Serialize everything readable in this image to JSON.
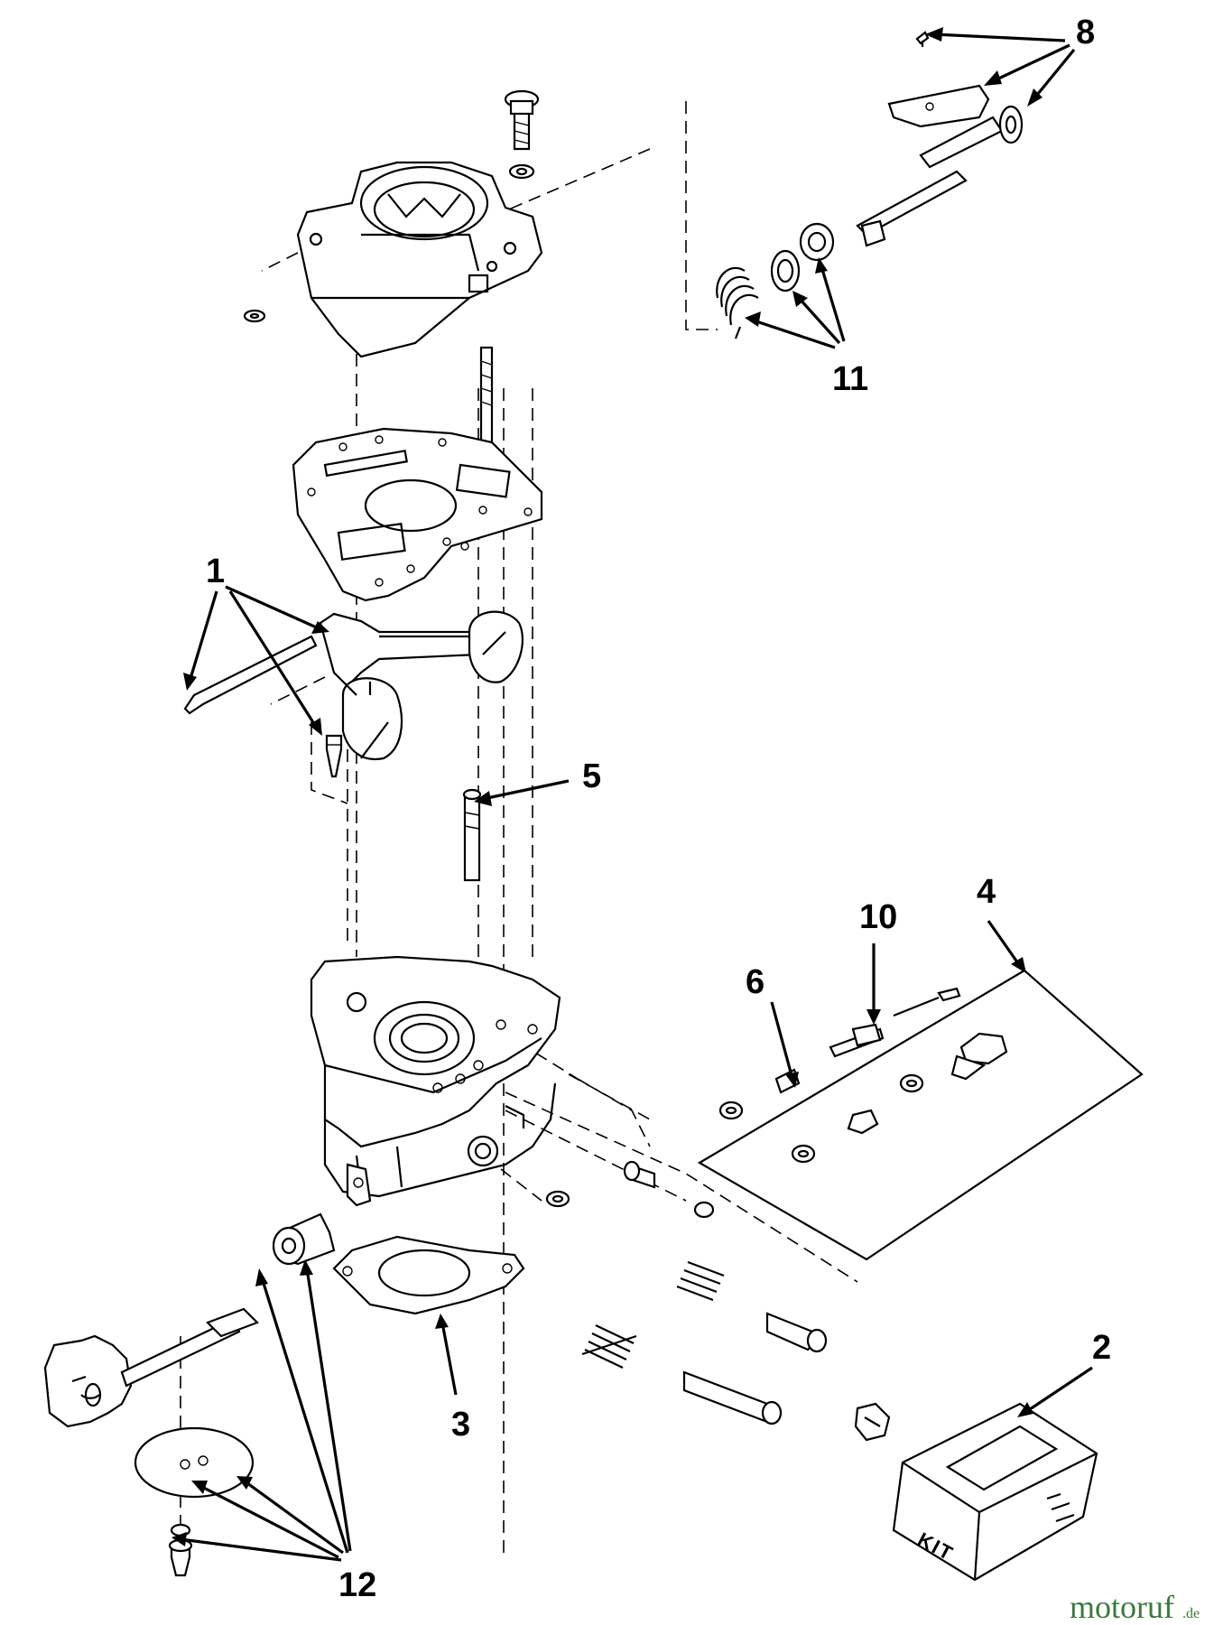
{
  "callouts": [
    {
      "id": "1",
      "label": "1"
    },
    {
      "id": "2",
      "label": "2"
    },
    {
      "id": "3",
      "label": "3"
    },
    {
      "id": "4",
      "label": "4"
    },
    {
      "id": "5",
      "label": "5"
    },
    {
      "id": "6",
      "label": "6"
    },
    {
      "id": "8",
      "label": "8"
    },
    {
      "id": "10",
      "label": "10"
    },
    {
      "id": "11",
      "label": "11"
    },
    {
      "id": "12",
      "label": "12"
    }
  ],
  "kit_box": {
    "label": "KIT"
  },
  "watermark": {
    "main": "motoruf",
    "suffix": ".de"
  },
  "colors": {
    "line": "#000000",
    "background": "#ffffff",
    "watermark": "#3a7a3a"
  }
}
